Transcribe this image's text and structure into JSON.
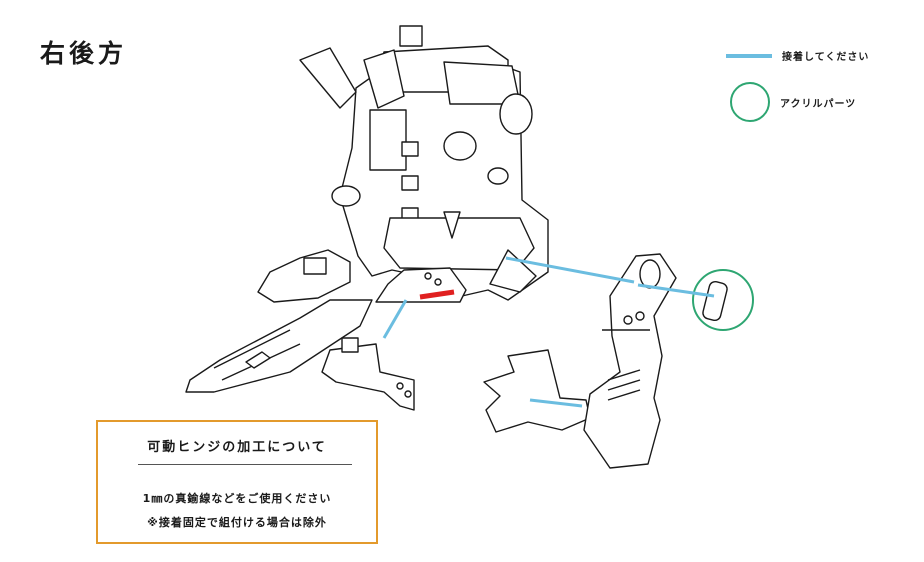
{
  "title": "右後方",
  "legend": {
    "glue_label": "接着してください",
    "glue_color": "#6bbde0",
    "acrylic_label": "アクリルパーツ",
    "acrylic_color": "#2ea672"
  },
  "note": {
    "heading": "可動ヒンジの加工について",
    "line1": "1㎜の真鍮線などをご使用ください",
    "line2": "※接着固定で組付ける場合は除外",
    "border_color": "#e39a2c"
  },
  "accent_red": "#e02020"
}
